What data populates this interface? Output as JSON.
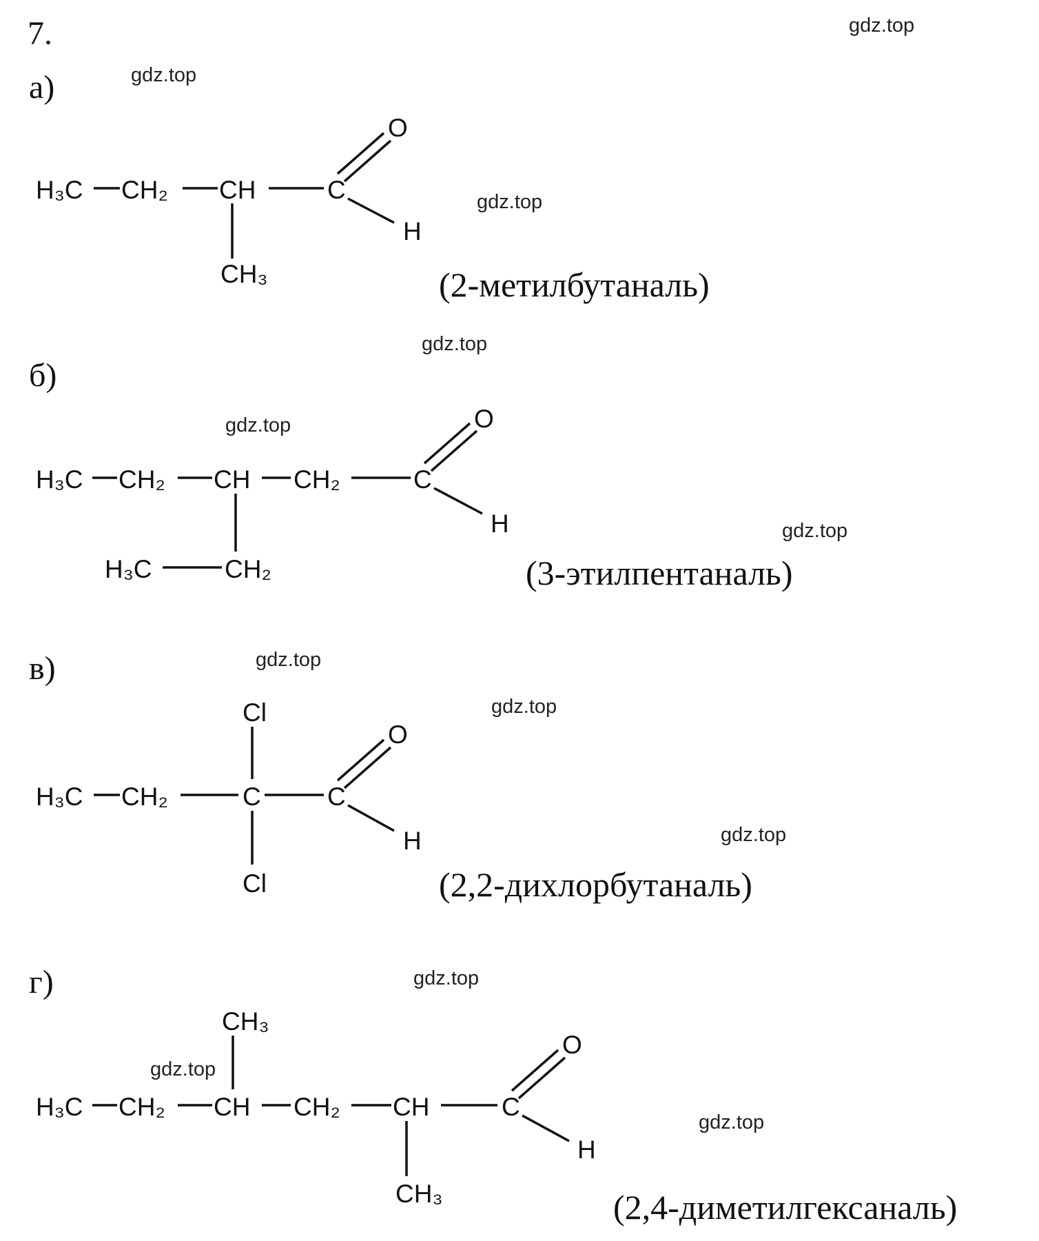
{
  "problem_number": "7.",
  "watermark": "gdz.top",
  "parts": [
    {
      "label": "а)",
      "name": "(2-метилбутаналь)",
      "atoms": {
        "c1": "H₃C",
        "c2": "CH₂",
        "c3": "CH",
        "ald_c": "C",
        "o": "O",
        "h": "H",
        "sub": "CH₃"
      }
    },
    {
      "label": "б)",
      "name": "(3-этилпентаналь)",
      "atoms": {
        "c1": "H₃C",
        "c2": "CH₂",
        "c3": "CH",
        "c4": "CH₂",
        "ald_c": "C",
        "o": "O",
        "h": "H",
        "sub1": "H₃C",
        "sub2": "CH₂"
      }
    },
    {
      "label": "в)",
      "name": "(2,2-дихлорбутаналь)",
      "atoms": {
        "c1": "H₃C",
        "c2": "CH₂",
        "c3": "C",
        "ald_c": "C",
        "o": "O",
        "h": "H",
        "cl_top": "Cl",
        "cl_bottom": "Cl"
      }
    },
    {
      "label": "г)",
      "name": "(2,4-диметилгексаналь)",
      "atoms": {
        "c1": "H₃C",
        "c2": "CH₂",
        "c3": "CH",
        "c4": "CH₂",
        "c5": "CH",
        "ald_c": "C",
        "o": "O",
        "h": "H",
        "sub_top": "CH₃",
        "sub_bottom": "CH₃"
      }
    }
  ]
}
